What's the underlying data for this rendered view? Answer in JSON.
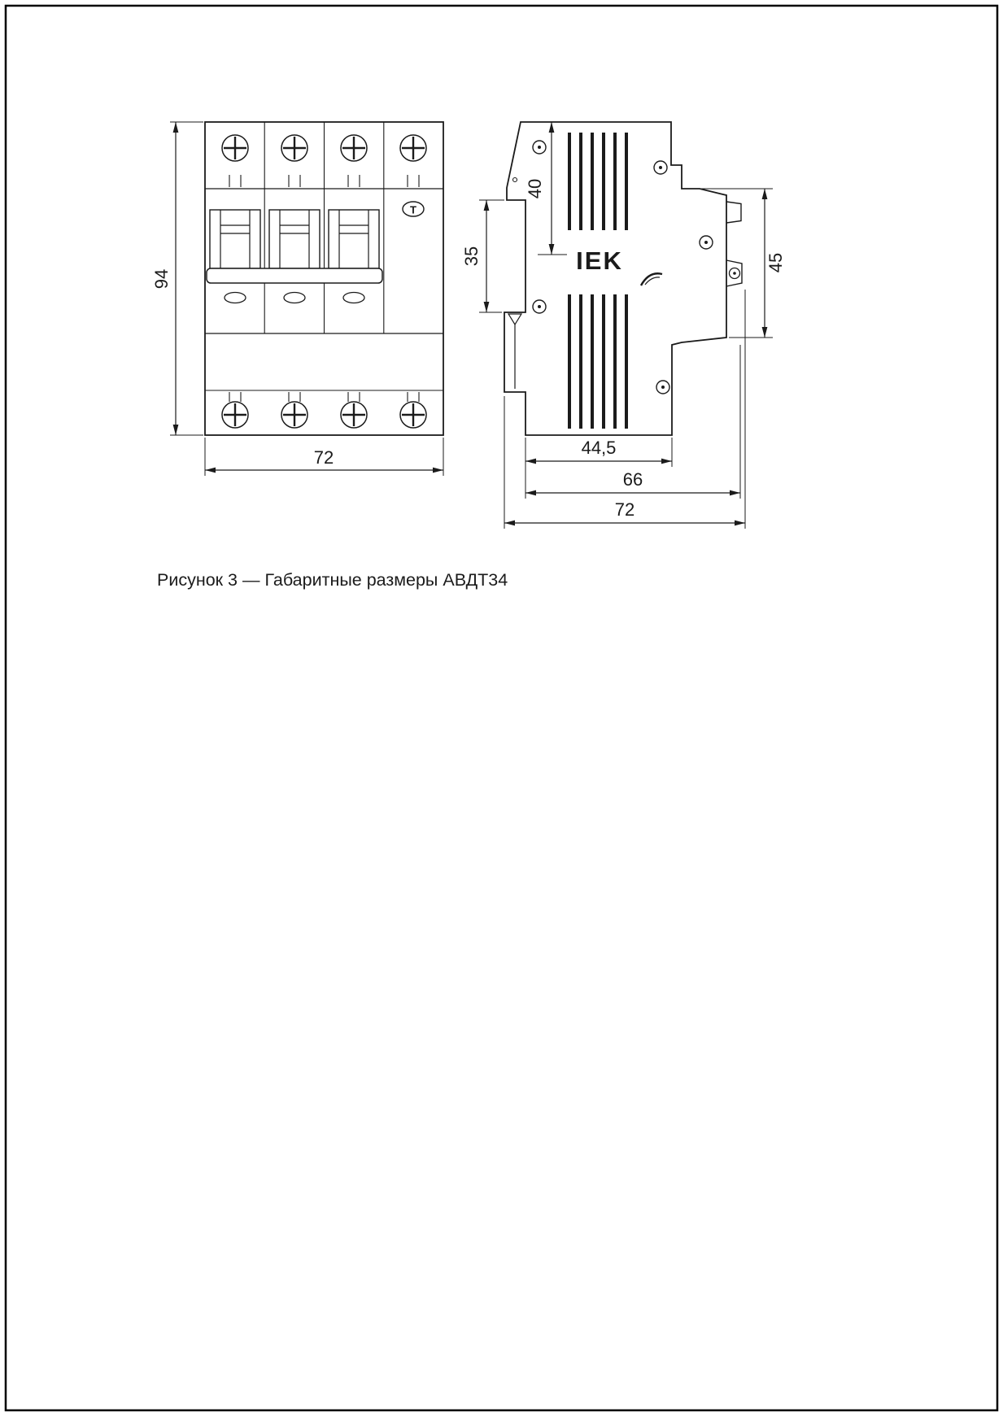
{
  "page": {
    "caption": "Рисунок 3 — Габаритные размеры АВДТ34"
  },
  "front_view": {
    "dim_height": "94",
    "dim_width": "72",
    "test_button": "T"
  },
  "side_view": {
    "logo": "IEK",
    "dim_top": "40",
    "dim_rail": "35",
    "dim_right": "45",
    "dim_depth_body": "44,5",
    "dim_depth_terminals": "66",
    "dim_width_total": "72"
  }
}
